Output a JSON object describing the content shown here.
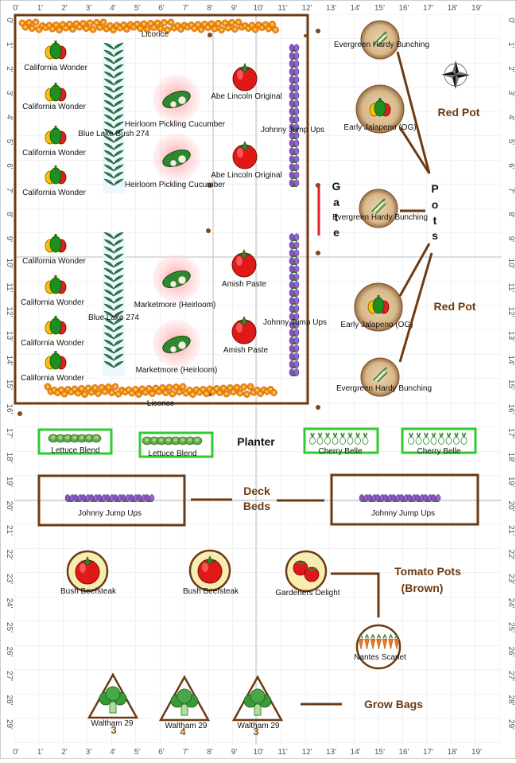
{
  "ruler": {
    "top": [
      "0'",
      "1'",
      "2'",
      "3'",
      "4'",
      "5'",
      "6'",
      "7'",
      "8'",
      "9'",
      "10'",
      "11'",
      "12'",
      "13'",
      "14'",
      "15'",
      "16'",
      "17'",
      "18'",
      "19'"
    ],
    "side": [
      "0'",
      "1'",
      "2'",
      "3'",
      "4'",
      "5'",
      "6'",
      "7'",
      "8'",
      "9'",
      "10'",
      "11'",
      "12'",
      "13'",
      "14'",
      "15'",
      "16'",
      "17'",
      "18'",
      "19'",
      "20'",
      "21'",
      "22'",
      "23'",
      "24'",
      "25'",
      "26'",
      "27'",
      "28'",
      "29'"
    ]
  },
  "annotations": {
    "red_pot_1": "Red Pot",
    "red_pot_2": "Red Pot",
    "pots": [
      "P",
      "o",
      "t",
      "s"
    ],
    "gate": [
      "G",
      "a",
      "t",
      "e"
    ],
    "planter": "Planter",
    "deck_beds_1": "Deck",
    "deck_beds_2": "Beds",
    "tomato_pots_1": "Tomato Pots",
    "tomato_pots_2": "(Brown)",
    "grow_bags": "Grow Bags"
  },
  "plants": {
    "licorice_top": "Licorice",
    "licorice_bottom": "Licorice",
    "cw1": "California Wonder",
    "cw2": "California Wonder",
    "cw3": "California Wonder",
    "cw4": "California Wonder",
    "cw5": "California Wonder",
    "cw6": "California Wonder",
    "cw7": "California Wonder",
    "cw8": "California Wonder",
    "bl1": "Blue Lake Bush 274",
    "bl2": "Blue Lake 274",
    "hpc1": "Heirloom Pickling Cucumber",
    "hpc2": "Heirloom Pickling Cucumber",
    "mm1": "Marketmore (Heirloom)",
    "mm2": "Marketmore (Heirloom)",
    "al1": "Abe Lincoln Original",
    "al2": "Abe Lincoln Original",
    "ap1": "Amish Paste",
    "ap2": "Amish Paste",
    "jju1": "Johnny Jump Ups",
    "jju2": "Johnny Jump Ups",
    "ehb1": "Evergreen Hardy Bunching",
    "ehb2": "Evergreen Hardy Bunching",
    "ehb3": "Evergreen Hardy Bunching",
    "ej1": "Early Jalapeno (OG)",
    "ej2": "Early Jalapeno (OG)",
    "lb1": "Lettuce Blend",
    "lb2": "Lettuce Blend",
    "cb1": "Cherry Belle",
    "cb2": "Cherry Belle",
    "deck_jju1": "Johnny Jump Ups",
    "deck_jju2": "Johnny Jump Ups",
    "bb1": "Bush Beefsteak",
    "bb2": "Bush Beefsteak",
    "gd": "Gardeners Delight",
    "ns": "Nantes Scarlet",
    "w1": "Waltham 29",
    "w2": "Waltham 29",
    "w3": "Waltham 29",
    "bag_count_1": "3",
    "bag_count_2": "4",
    "bag_count_3": "3"
  },
  "colors": {
    "bed_border": "#6b3a12",
    "planter_border": "#2ecc2e",
    "gate": "#e02020",
    "annotation": "#6b3a12"
  }
}
